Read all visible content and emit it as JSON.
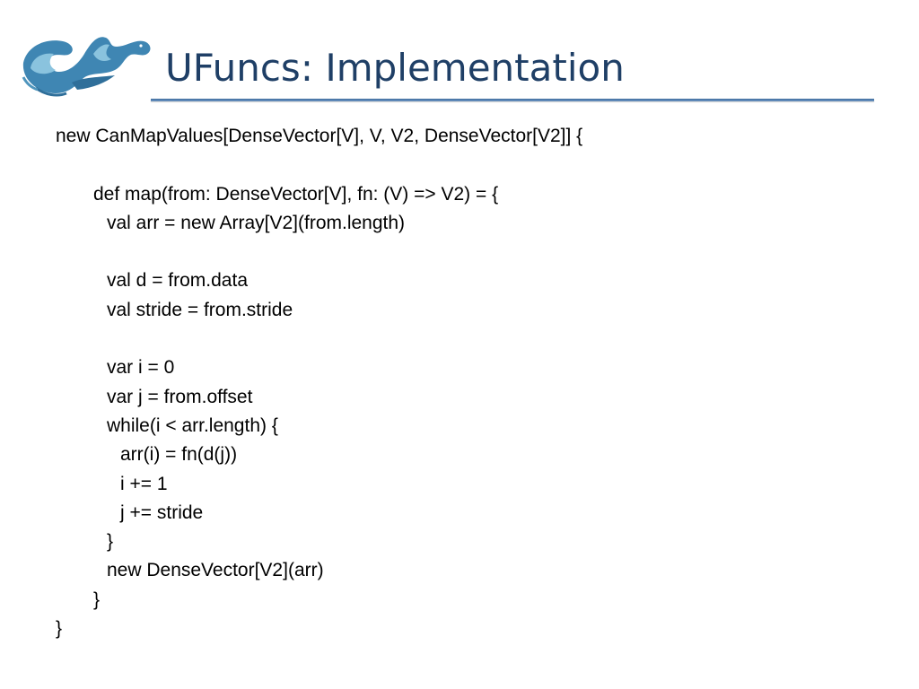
{
  "slide": {
    "title": "UFuncs: Implementation",
    "code_lines": [
      {
        "text": "new CanMapValues[DenseVector[V], V, V2, DenseVector[V2]] {",
        "indent": 0
      },
      {
        "text": "",
        "indent": 0
      },
      {
        "text": "def map(from: DenseVector[V], fn: (V) => V2) = {",
        "indent": 1
      },
      {
        "text": "val arr = new Array[V2](from.length)",
        "indent": 2
      },
      {
        "text": "",
        "indent": 0
      },
      {
        "text": "val d = from.data",
        "indent": 2
      },
      {
        "text": "val stride = from.stride",
        "indent": 2
      },
      {
        "text": "",
        "indent": 0
      },
      {
        "text": "var i = 0",
        "indent": 2
      },
      {
        "text": "var j = from.offset",
        "indent": 2
      },
      {
        "text": "while(i < arr.length) {",
        "indent": 2
      },
      {
        "text": "arr(i) = fn(d(j))",
        "indent": 3
      },
      {
        "text": "i += 1",
        "indent": 3
      },
      {
        "text": "j += stride",
        "indent": 3
      },
      {
        "text": "}",
        "indent": 2
      },
      {
        "text": "new DenseVector[V2](arr)",
        "indent": 2
      },
      {
        "text": "}",
        "indent": 1
      },
      {
        "text": "}",
        "indent": 0
      }
    ]
  },
  "logo": {
    "icon": "wave-dolphin-logo-icon",
    "colors": [
      "#2f6f9a",
      "#4f95bd",
      "#8ac3de"
    ]
  },
  "colors": {
    "title": "#1f3f66",
    "rule": "#4f7fb3"
  }
}
